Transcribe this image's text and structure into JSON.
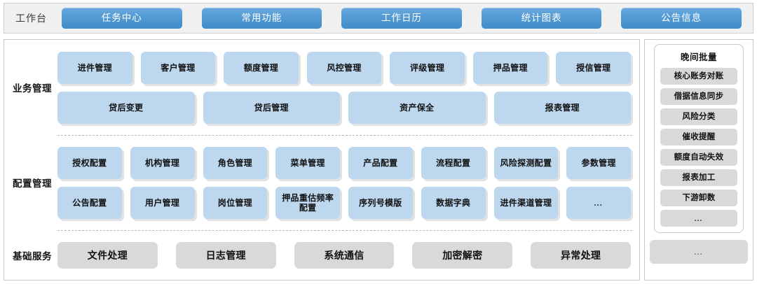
{
  "topbar": {
    "workbench_label": "工作台",
    "nav": [
      {
        "label": "任务中心"
      },
      {
        "label": "常用功能"
      },
      {
        "label": "工作日历"
      },
      {
        "label": "统计图表"
      },
      {
        "label": "公告信息"
      }
    ]
  },
  "sections": [
    {
      "key": "biz",
      "label": "业务管理",
      "rows": [
        [
          {
            "label": "进件管理"
          },
          {
            "label": "客户管理"
          },
          {
            "label": "额度管理"
          },
          {
            "label": "风控管理"
          },
          {
            "label": "评级管理"
          },
          {
            "label": "押品管理"
          },
          {
            "label": "授信管理"
          }
        ],
        [
          {
            "label": "贷后变更"
          },
          {
            "label": "贷后管理"
          },
          {
            "label": "资产保全"
          },
          {
            "label": "报表管理"
          }
        ]
      ]
    },
    {
      "key": "config",
      "label": "配置管理",
      "rows": [
        [
          {
            "label": "授权配置"
          },
          {
            "label": "机构管理"
          },
          {
            "label": "角色管理"
          },
          {
            "label": "菜单管理"
          },
          {
            "label": "产品配置"
          },
          {
            "label": "流程配置"
          },
          {
            "label": "风险探测配置"
          },
          {
            "label": "参数管理"
          }
        ],
        [
          {
            "label": "公告配置"
          },
          {
            "label": "用户管理"
          },
          {
            "label": "岗位管理"
          },
          {
            "label": "押品重估频率配置"
          },
          {
            "label": "序列号模版"
          },
          {
            "label": "数据字典"
          },
          {
            "label": "进件渠道管理"
          },
          {
            "label": "…"
          }
        ]
      ]
    },
    {
      "key": "base",
      "label": "基础服务",
      "rows": [
        [
          {
            "label": "文件处理"
          },
          {
            "label": "日志管理"
          },
          {
            "label": "系统通信"
          },
          {
            "label": "加密解密"
          },
          {
            "label": "异常处理"
          }
        ]
      ]
    }
  ],
  "right_panel": {
    "batch_title": "晚间批量",
    "batch_items": [
      {
        "label": "核心账务对账"
      },
      {
        "label": "借据信息同步"
      },
      {
        "label": "风险分类"
      },
      {
        "label": "催收提醒"
      },
      {
        "label": "额度自动失效"
      },
      {
        "label": "报表加工"
      },
      {
        "label": "下游卸数"
      },
      {
        "label": "…"
      }
    ],
    "more_label": "…"
  },
  "colors": {
    "nav_button": "#529ad3",
    "tile_blue": "#bdd7ee",
    "tile_grey": "#d9d9d9",
    "panel_border": "#c9c9c9",
    "topbar_bg": "#f0f0f0"
  }
}
